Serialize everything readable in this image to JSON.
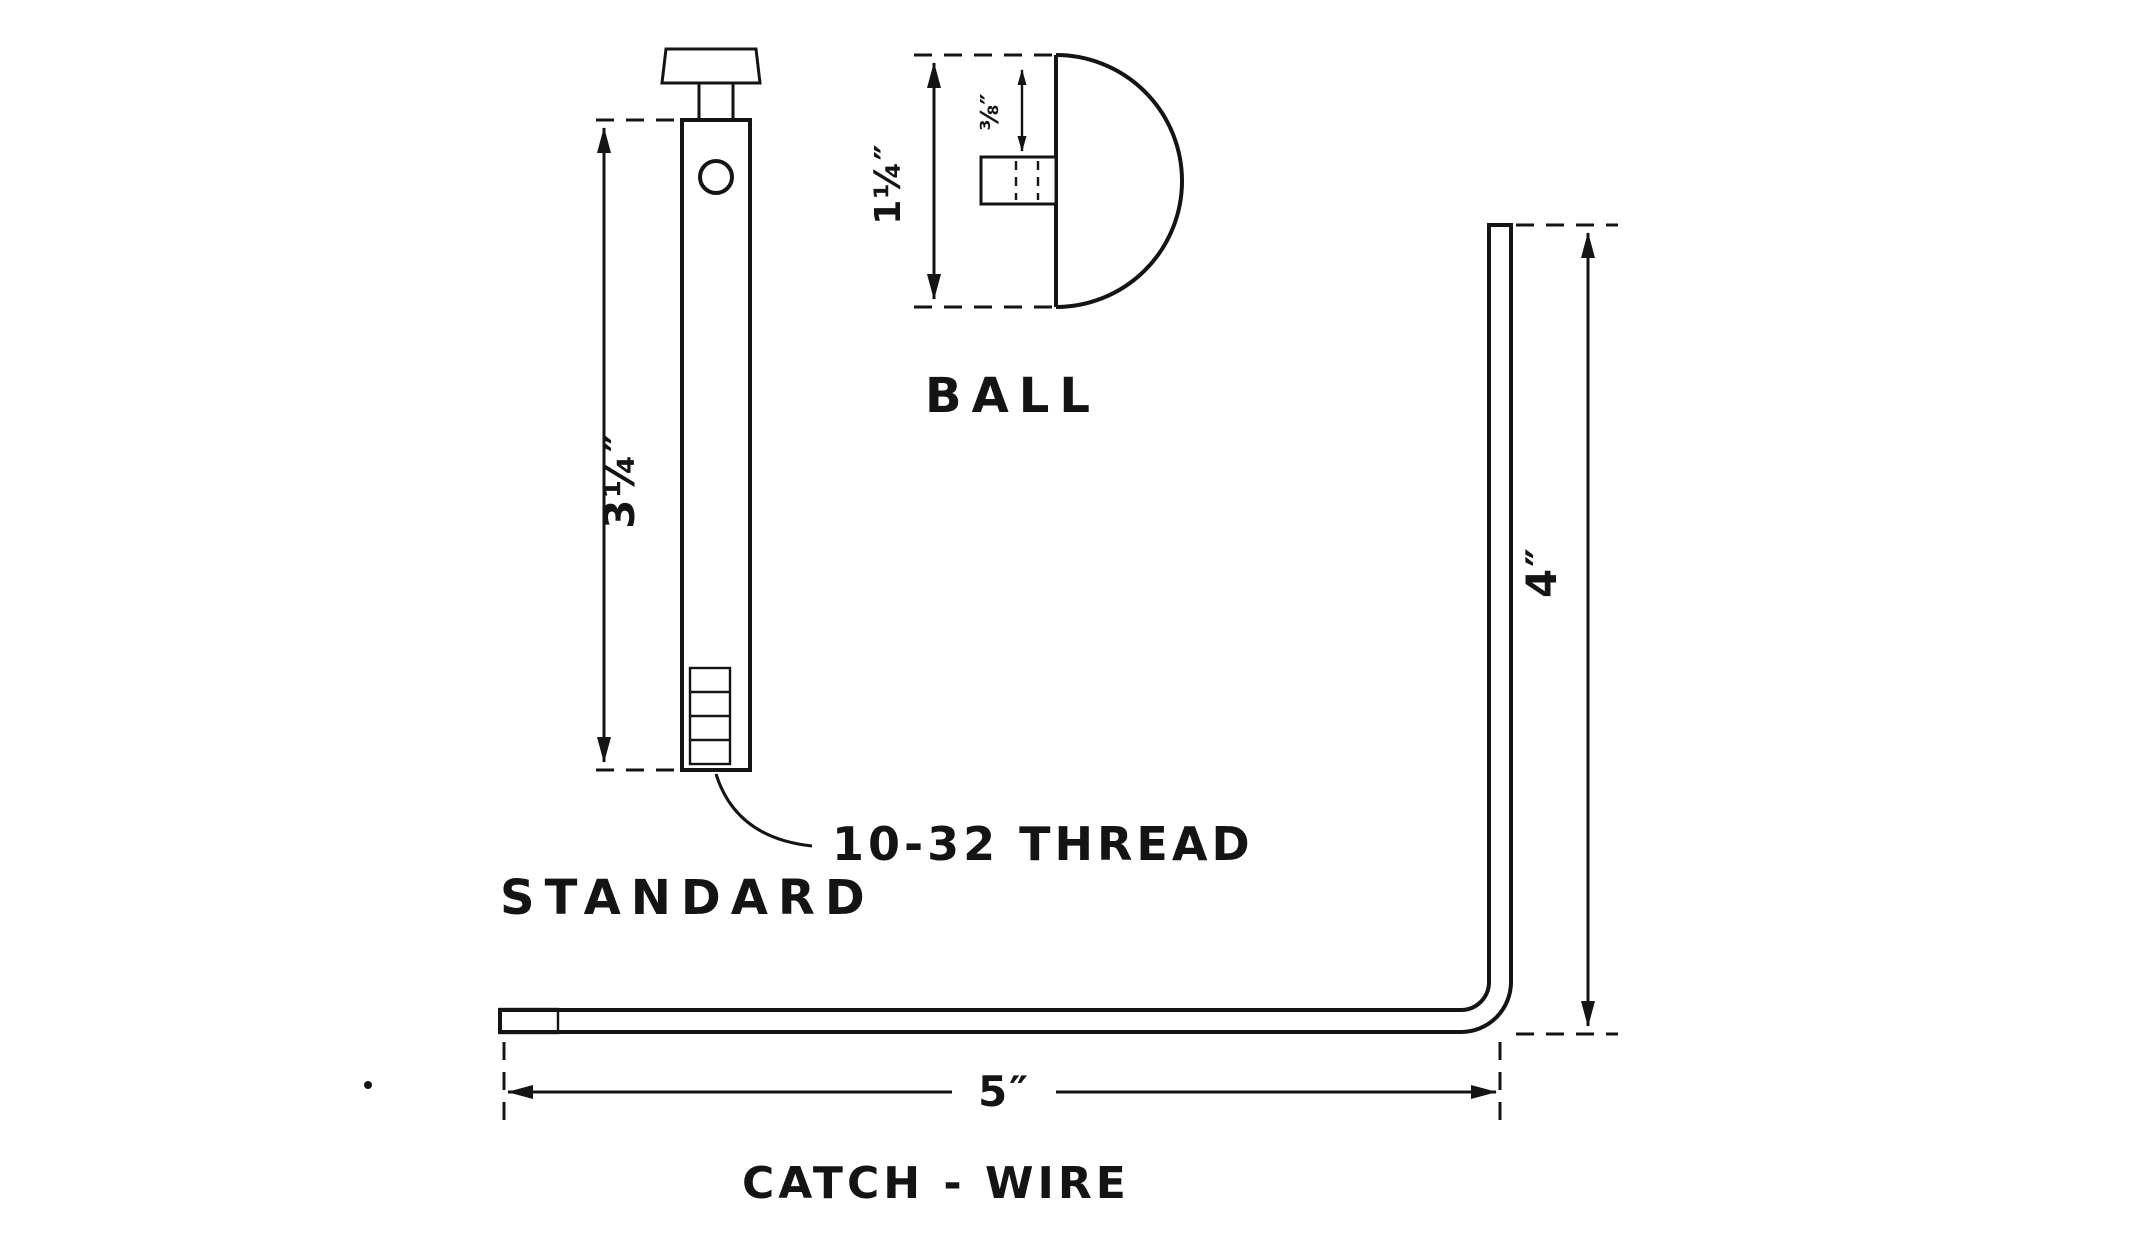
{
  "labels": {
    "standard": "STANDARD",
    "ball": "BALL",
    "catch_wire": "CATCH - WIRE",
    "thread_note": "10-32 THREAD"
  },
  "dimensions": {
    "standard_length": "3¼″",
    "ball_height": "1¼″",
    "ball_hole": "⅜″",
    "wire_vertical": "4″",
    "wire_horizontal": "5″"
  },
  "colors": {
    "ink": "#141414",
    "paper": "#ffffff"
  }
}
